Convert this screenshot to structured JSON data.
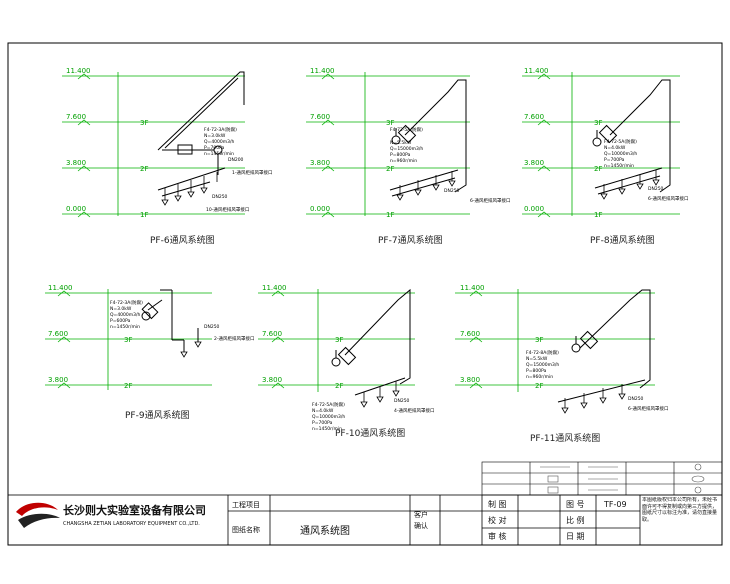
{
  "levels": {
    "l11": "11.400",
    "l7": "7.600",
    "l3": "3.800",
    "l0": "0.000"
  },
  "floors": {
    "f3": "3F",
    "f2": "2F",
    "f1": "1F"
  },
  "diagrams": {
    "pf6": {
      "caption": "PF-6通风系统图",
      "model": "F4-72-3A(防腐)",
      "specs": [
        "N=3.0kW",
        "Q=4000m3/h",
        "P=700Pa",
        "n=1450r/min"
      ],
      "note1": "1-通风柜排风罩接口",
      "note2": "10-通风柜排风罩接口",
      "dn1": "DN200",
      "dn2": "DN250"
    },
    "pf7": {
      "caption": "PF-7通风系统图",
      "model": "F4-72-5A(防腐)",
      "specs": [
        "N=5.5kW",
        "Q=15000m3/h",
        "P=800Pa",
        "n=960r/min"
      ],
      "note1": "6-通风柜排风罩接口",
      "dn1": "DN250"
    },
    "pf8": {
      "caption": "PF-8通风系统图",
      "model": "F4-72-5A(防腐)",
      "specs": [
        "N=4.0kW",
        "Q=10000m3/h",
        "P=700Pa",
        "n=1450r/min"
      ],
      "note1": "6-通风柜排风罩接口",
      "dn1": "DN250"
    },
    "pf9": {
      "caption": "PF-9通风系统图",
      "model": "F4-72-3A(防腐)",
      "specs": [
        "N=3.0kW",
        "Q=4000m3/h",
        "P=600Pa",
        "n=1450r/min"
      ],
      "note1": "2-通风柜排风罩接口",
      "dn1": "DN250"
    },
    "pf10": {
      "caption": "PF-10通风系统图",
      "model": "F4-72-5A(防腐)",
      "specs": [
        "N=4.0kW",
        "Q=10000m3/h",
        "P=700Pa",
        "n=1450r/min"
      ],
      "note1": "4-通风柜排风罩接口",
      "dn1": "DN250"
    },
    "pf11": {
      "caption": "PF-11通风系统图",
      "model": "F4-72-8A(防腐)",
      "specs": [
        "N=5.5kW",
        "Q=15000m3/h",
        "P=800Pa",
        "n=960r/min"
      ],
      "note1": "6-通风柜排风罩接口",
      "dn1": "DN250"
    }
  },
  "title_block": {
    "company_cn": "长沙则大实验室设备有限公司",
    "company_en": "CHANGSHA ZETIAN LABORATORY EQUIPMENT CO.,LTD.",
    "project_label": "工程项目",
    "drawing_name_label": "图纸名称",
    "drawing_name": "通风系统图",
    "client_label": "客户",
    "confirm_label": "确认",
    "drawn_label": "制 图",
    "check_label": "校 对",
    "review_label": "审 核",
    "drawing_no_label": "图 号",
    "drawing_no": "TF-09",
    "scale_label": "比 例",
    "date_label": "日 期",
    "notice": "本图纸版权归本公司所有，未经书面许可不得复制或向第三方提供，图纸尺寸以标注为准，请勿直接量取。"
  }
}
